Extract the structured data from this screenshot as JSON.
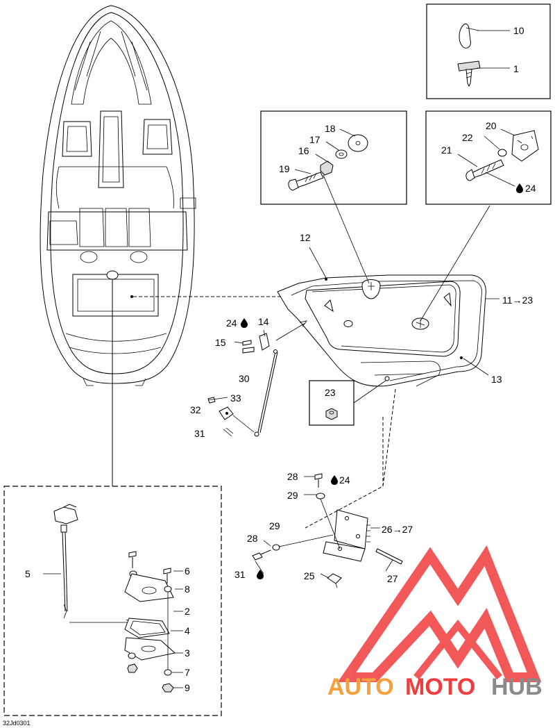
{
  "colors": {
    "line": "#000000",
    "watermark_red": "#f03c3c",
    "watermark_orange": "#f5a03c",
    "watermark_gray": "#8a8a8a"
  },
  "callouts": {
    "c1": "1",
    "c2": "2",
    "c3": "3",
    "c4": "4",
    "c5": "5",
    "c6": "6",
    "c7": "7",
    "c8": "8",
    "c9": "9",
    "c10": "10",
    "c11": "11→23",
    "c12": "12",
    "c13": "13",
    "c14": "14",
    "c15": "15",
    "c16": "16",
    "c17": "17",
    "c18": "18",
    "c19": "19",
    "c20": "20",
    "c21": "21",
    "c22": "22",
    "c23": "23",
    "c24a": "24",
    "c24b": "24",
    "c24c": "24",
    "c25": "25",
    "c26": "26→27",
    "c27": "27",
    "c28a": "28",
    "c28b": "28",
    "c29a": "29",
    "c29b": "29",
    "c30": "30",
    "c31a": "31",
    "c31b": "31",
    "c32": "32",
    "c33": "33"
  },
  "drawing_code": "32Jd0301",
  "watermark": {
    "word_part1": "AUTO",
    "word_part2": "MOTO",
    "word_part3": "HUB",
    "logo_icon": "triangle-m-logo-icon"
  }
}
